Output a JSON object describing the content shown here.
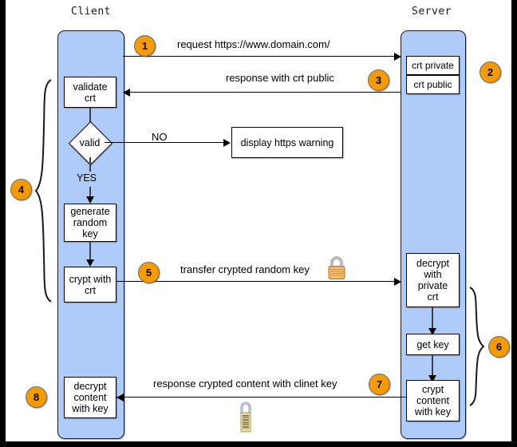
{
  "diagram": {
    "title_client": "Client",
    "title_server": "Server",
    "accent_color": "#f59b00",
    "lane_color": "#aecbfa",
    "box_color": "#ffffff",
    "line_color": "#000000"
  },
  "lanes": [
    {
      "name": "client",
      "label": "Client"
    },
    {
      "name": "server",
      "label": "Server"
    }
  ],
  "client_steps": [
    {
      "id": "validate-crt",
      "label": "validate\ncrt"
    },
    {
      "id": "valid-decision",
      "label": "valid"
    },
    {
      "id": "generate-key",
      "label": "generate\nrandom\nkey"
    },
    {
      "id": "crypt-with-crt",
      "label": "crypt with\ncrt"
    },
    {
      "id": "decrypt-content",
      "label": "decrypt\ncontent\nwith key"
    }
  ],
  "server_steps": [
    {
      "id": "crt-private",
      "label": "crt private"
    },
    {
      "id": "crt-public",
      "label": "crt public"
    },
    {
      "id": "decrypt-private",
      "label": "decrypt\nwith\nprivate\ncrt"
    },
    {
      "id": "get-key",
      "label": "get key"
    },
    {
      "id": "crypt-content",
      "label": "crypt\ncontent\nwith key"
    }
  ],
  "external_steps": [
    {
      "id": "https-warning",
      "label": "display https warning"
    }
  ],
  "decision_branches": [
    {
      "id": "branch-no",
      "label": "NO"
    },
    {
      "id": "branch-yes",
      "label": "YES"
    }
  ],
  "messages": [
    {
      "id": "msg-request",
      "label": "request https://www.domain.com/",
      "direction": "client-to-server"
    },
    {
      "id": "msg-response",
      "label": "response with crt public",
      "direction": "server-to-client"
    },
    {
      "id": "msg-transfer",
      "label": "transfer crypted random key",
      "direction": "client-to-server"
    },
    {
      "id": "msg-content",
      "label": "response crypted content with clinet key",
      "direction": "server-to-client"
    }
  ],
  "badges": [
    {
      "id": "badge-1",
      "number": "1"
    },
    {
      "id": "badge-2",
      "number": "2"
    },
    {
      "id": "badge-3",
      "number": "3"
    },
    {
      "id": "badge-4",
      "number": "4"
    },
    {
      "id": "badge-5",
      "number": "5"
    },
    {
      "id": "badge-6",
      "number": "6"
    },
    {
      "id": "badge-7",
      "number": "7"
    },
    {
      "id": "badge-8",
      "number": "8"
    }
  ],
  "icons": [
    {
      "id": "padlock-closed-top",
      "name": "padlock-icon"
    },
    {
      "id": "padlock-combination",
      "name": "combination-padlock-icon"
    }
  ],
  "braces": [
    {
      "id": "brace-client-group",
      "for_badge": "4"
    },
    {
      "id": "brace-server-group",
      "for_badge": "6"
    }
  ]
}
